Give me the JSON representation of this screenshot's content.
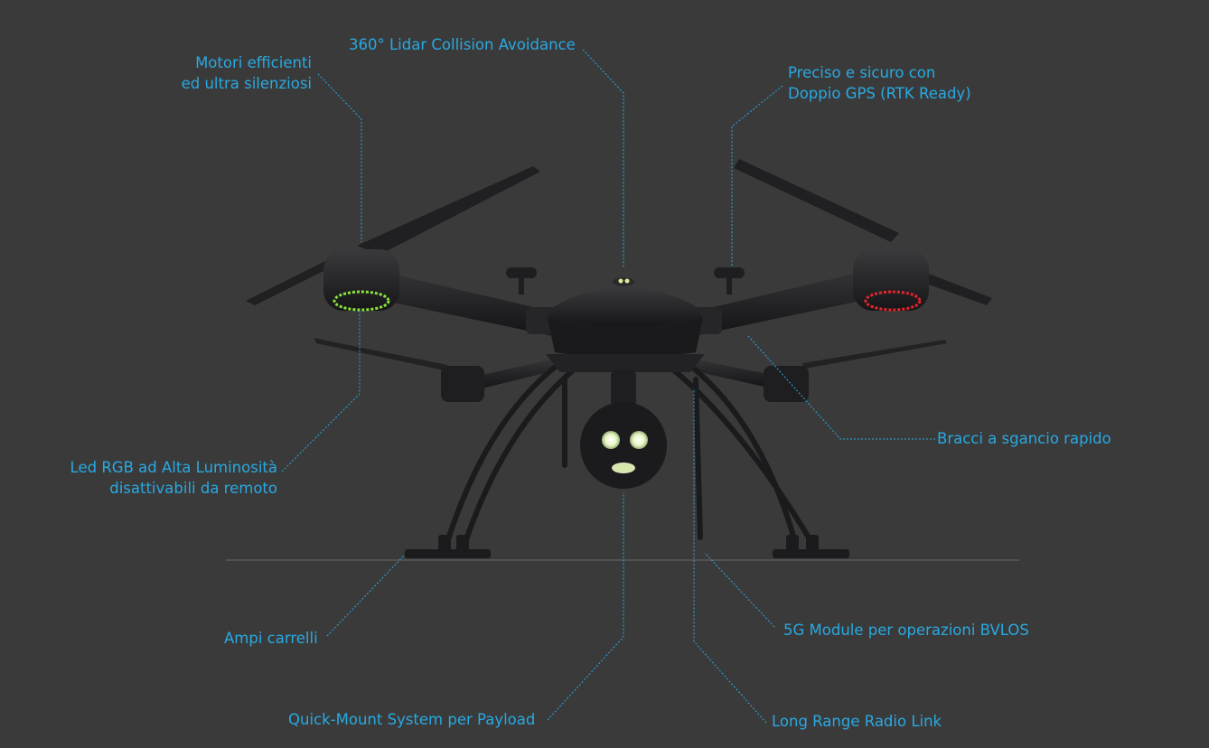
{
  "callouts": {
    "lidar": {
      "text": "360° Lidar Collision Avoidance"
    },
    "motors": {
      "line1": "Motori efficienti",
      "line2": "ed ultra silenziosi"
    },
    "gps": {
      "line1": "Preciso e sicuro con",
      "line2": "Doppio GPS (RTK Ready)"
    },
    "arms": {
      "text": "Bracci a sgancio rapido"
    },
    "leds": {
      "line1": "Led RGB ad Alta Luminosità",
      "line2": "disattivabili da remoto"
    },
    "landing_gear": {
      "text": "Ampi carrelli"
    },
    "module_5g": {
      "text": "5G Module per operazioni BVLOS"
    },
    "quick_mount": {
      "text": "Quick-Mount System per Payload"
    },
    "radio_link": {
      "text": "Long Range Radio Link"
    }
  },
  "colors": {
    "background": "#3a3a3a",
    "accent": "#29a9e1",
    "drone_body": "#1c1c1e",
    "led_green": "#8be23a",
    "led_red": "#e8242c",
    "camera_light": "#e9f6c6"
  }
}
